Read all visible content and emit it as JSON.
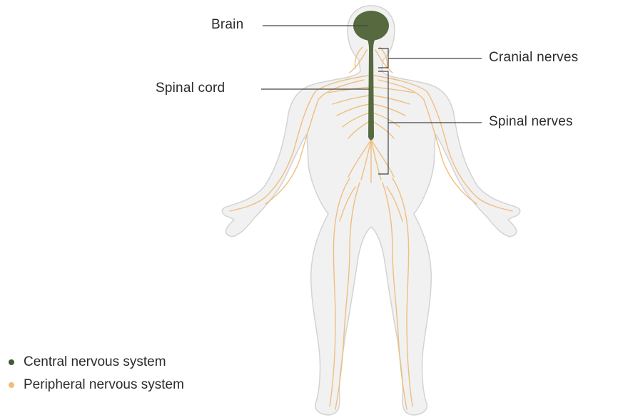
{
  "labels": {
    "brain": "Brain",
    "spinal_cord": "Spinal cord",
    "cranial_nerves": "Cranial nerves",
    "spinal_nerves": "Spinal nerves"
  },
  "legend": {
    "central": "Central nervous system",
    "peripheral": "Peripheral nervous system"
  },
  "colors": {
    "central": "#56693f",
    "peripheral": "#f0bc78",
    "body": "#f0f0f0",
    "body_outline": "#d4d4d4",
    "leader": "#444444"
  }
}
